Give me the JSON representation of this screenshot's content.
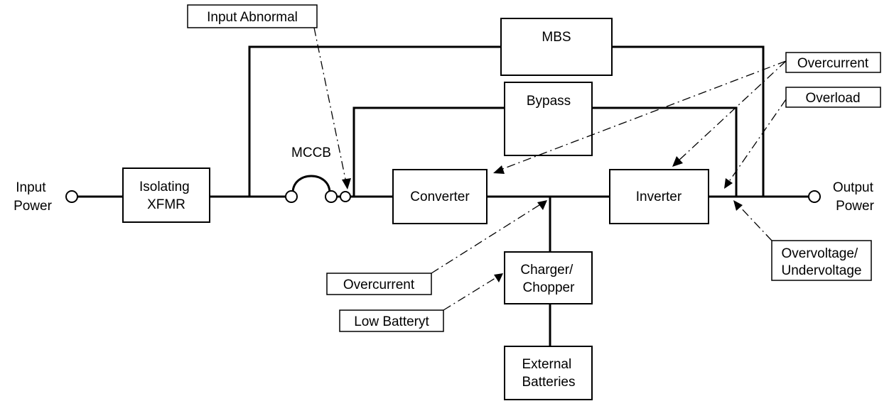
{
  "terminals": {
    "input": [
      "Input",
      "Power"
    ],
    "output": [
      "Output",
      "Power"
    ]
  },
  "blocks": {
    "isolating_xfmr": [
      "Isolating",
      "XFMR"
    ],
    "mbs": [
      "MBS"
    ],
    "mccb": [
      "MCCB"
    ],
    "bypass": [
      "Bypass"
    ],
    "converter": [
      "Converter"
    ],
    "inverter": [
      "Inverter"
    ],
    "charger": [
      "Charger/",
      "Chopper"
    ],
    "batteries": [
      "External",
      "Batteries"
    ]
  },
  "alarms": {
    "input_abnormal": [
      "Input Abnormal"
    ],
    "overcurrent_output": [
      "Overcurrent"
    ],
    "overload": [
      "Overload"
    ],
    "overvoltage": [
      "Overvoltage/",
      "Undervoltage"
    ],
    "overcurrent_dc": [
      "Overcurrent"
    ],
    "low_battery": [
      "Low Batteryt"
    ]
  },
  "colors": {
    "line": "#000000",
    "background": "#ffffff"
  }
}
